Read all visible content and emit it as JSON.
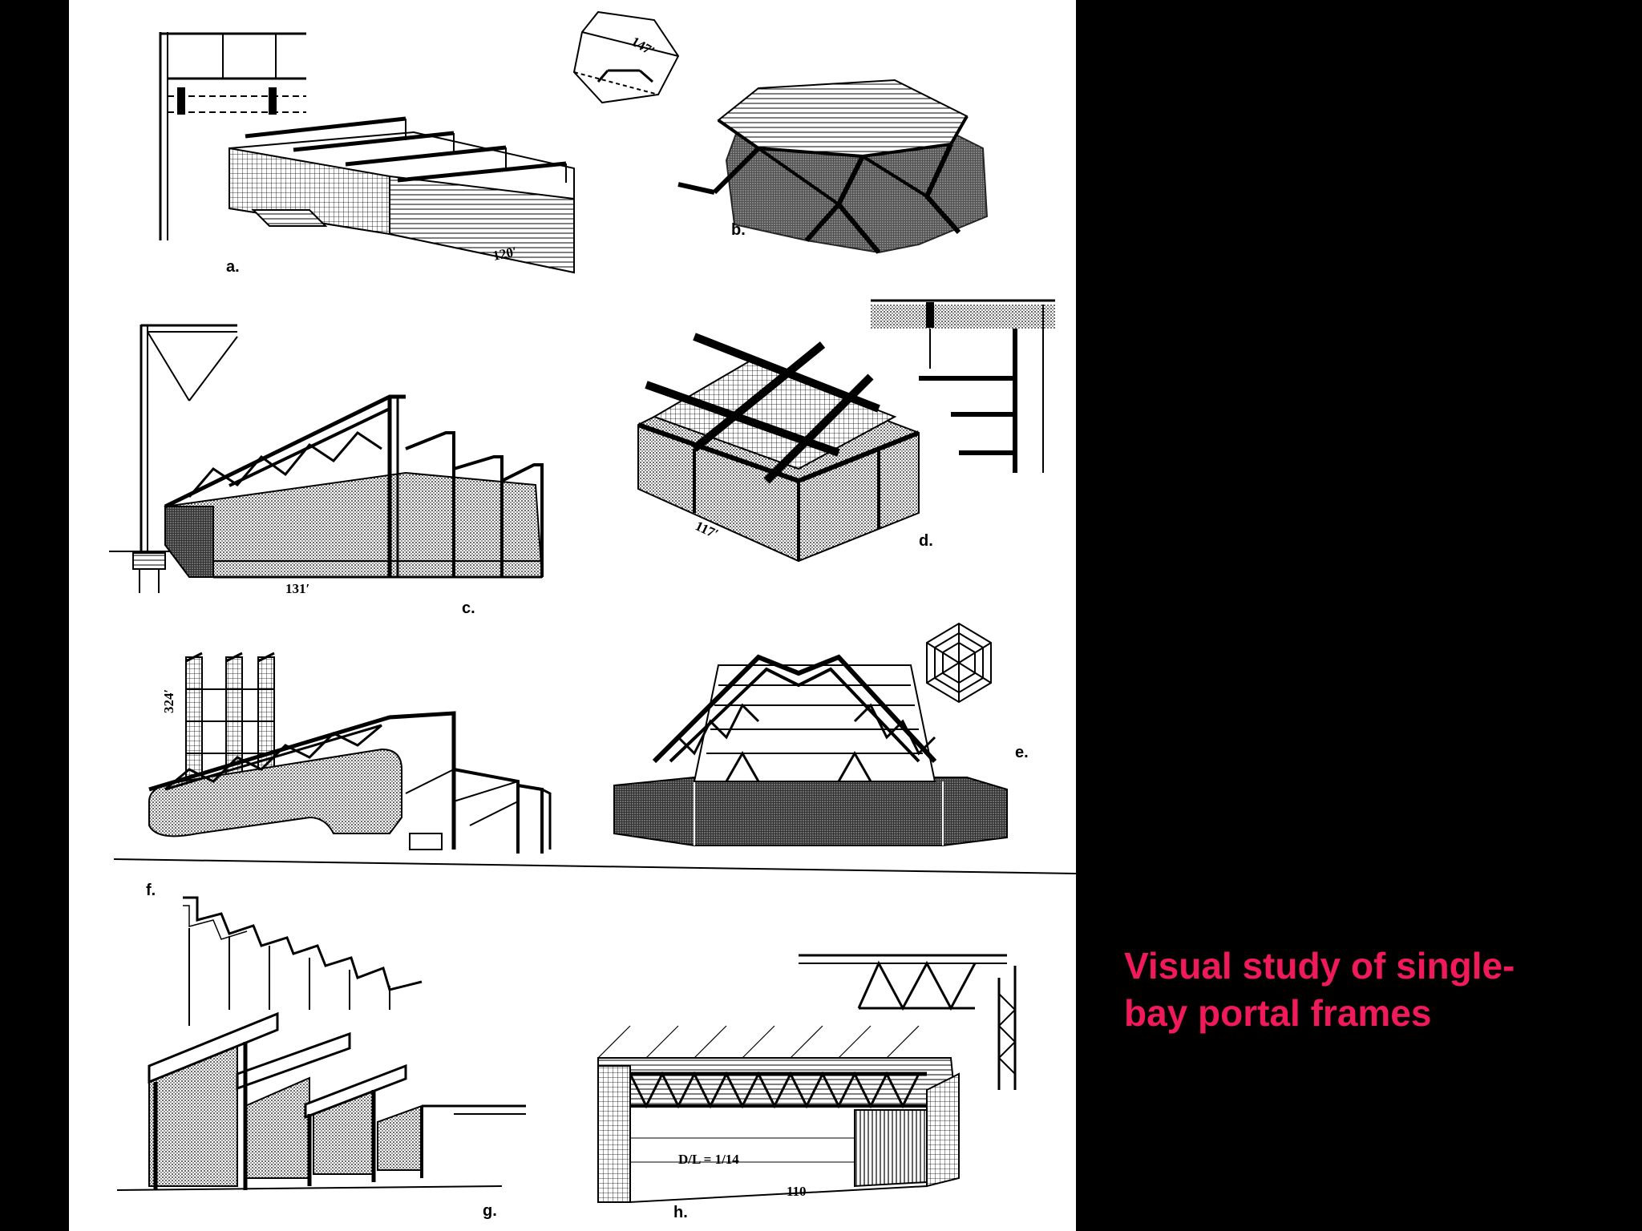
{
  "slide": {
    "title": "Visual study of single-bay portal frames",
    "title_color": "#f0195a",
    "background_color": "#000000",
    "plate_color": "#ffffff"
  },
  "figures": [
    {
      "id": "a",
      "caption": "a.",
      "dimension": "120′"
    },
    {
      "id": "b",
      "caption": "b.",
      "dimension": "147′"
    },
    {
      "id": "c",
      "caption": "c.",
      "dimension": "131′"
    },
    {
      "id": "d",
      "caption": "d.",
      "dimension": "117′"
    },
    {
      "id": "e",
      "caption": "e."
    },
    {
      "id": "f",
      "caption": "f.",
      "dimension": "324′"
    },
    {
      "id": "g",
      "caption": "g."
    },
    {
      "id": "h",
      "caption": "h.",
      "dimension": "D/L = 1/14",
      "span_label": "110"
    }
  ]
}
